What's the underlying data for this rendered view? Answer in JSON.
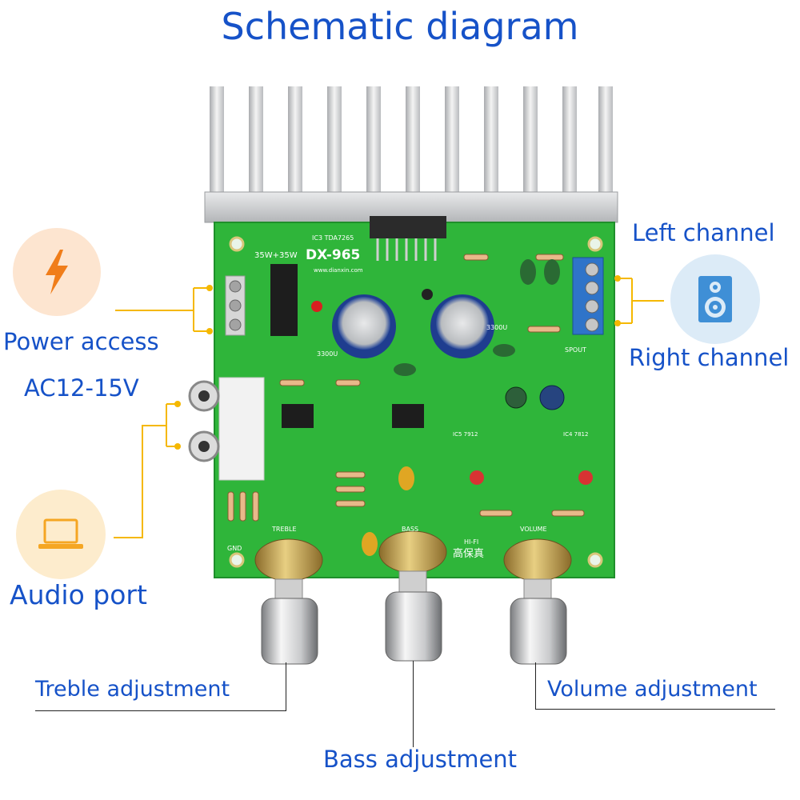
{
  "title": "Schematic diagram",
  "labels": {
    "power_access": "Power access",
    "power_voltage": "AC12-15V",
    "audio_port": "Audio port",
    "left_channel": "Left channel",
    "right_channel": "Right channel",
    "treble_adjustment": "Treble adjustment",
    "bass_adjustment": "Bass adjustment",
    "volume_adjustment": "Volume adjustment"
  },
  "board": {
    "model": "DX-965",
    "power_rating": "35W+35W",
    "chip": "IC3 TDA7265",
    "website": "www.dianxin.com",
    "hifi": "HI-FI",
    "hifi_cn": "高保真",
    "treble_knob": "TREBLE",
    "bass_knob": "BASS",
    "volume_knob": "VOLUME",
    "speaker_out": "SPOUT",
    "gnd": "GND",
    "cap_left": "3300U",
    "cap_right": "3300U",
    "ic5": "IC5 7912",
    "ic4": "IC4 7812"
  },
  "colors": {
    "label_blue": "#1652c8",
    "connector_line": "#f5b800",
    "pcb_green": "#2fb53a",
    "power_icon_bg": "#fde5d0",
    "power_icon": "#f07d1a",
    "audio_icon_bg": "#fdeccd",
    "audio_icon": "#f5a623",
    "speaker_icon_bg": "#dcebf7",
    "speaker_icon": "#3f8fd6"
  },
  "icons": {
    "power": "lightning-bolt-icon",
    "audio": "laptop-icon",
    "speaker": "speaker-icon"
  }
}
